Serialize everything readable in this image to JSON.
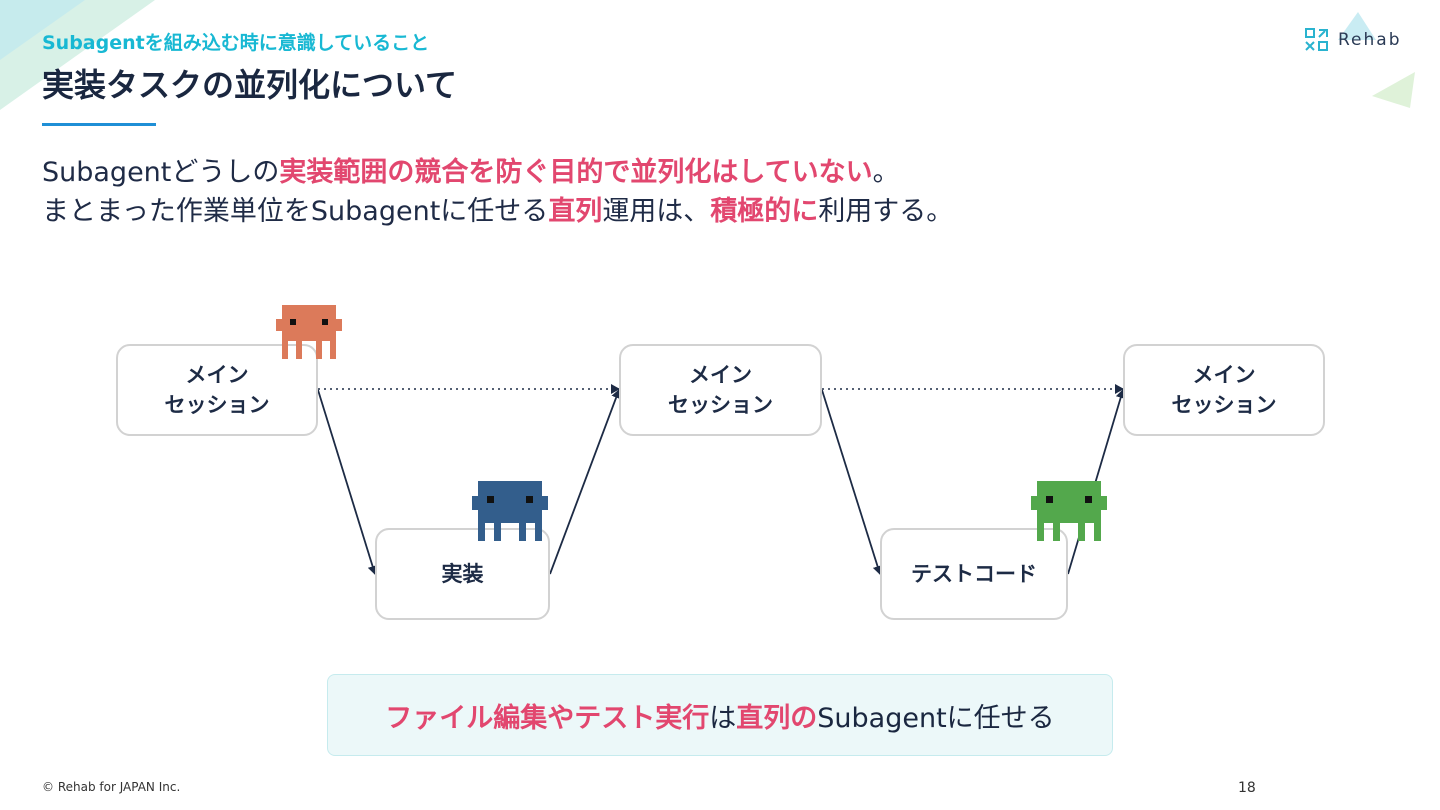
{
  "header": {
    "subtitle": "Subagentを組み込む時に意識していること",
    "title": "実装タスクの並列化について",
    "logo_text": "Rehab"
  },
  "body": {
    "line1": [
      {
        "text": "Subagentどうしの",
        "emphasis": false
      },
      {
        "text": "実装範囲の競合を防ぐ目的で並列化はしていない",
        "emphasis": true
      },
      {
        "text": "。",
        "emphasis": false
      }
    ],
    "line2": [
      {
        "text": "まとまった作業単位をSubagentに任せる",
        "emphasis": false
      },
      {
        "text": "直列",
        "emphasis": true
      },
      {
        "text": "運用は、",
        "emphasis": false
      },
      {
        "text": "積極的に",
        "emphasis": true
      },
      {
        "text": "利用する。",
        "emphasis": false
      }
    ]
  },
  "diagram": {
    "main_session_1": {
      "line1": "メイン",
      "line2": "セッション"
    },
    "main_session_2": {
      "line1": "メイン",
      "line2": "セッション"
    },
    "main_session_3": {
      "line1": "メイン",
      "line2": "セッション"
    },
    "subagent_impl": {
      "label": "実装"
    },
    "subagent_test": {
      "label": "テストコード"
    },
    "characters": [
      {
        "name": "orange-agent",
        "color": "#dc7a5a"
      },
      {
        "name": "blue-agent",
        "color": "#335e8c"
      },
      {
        "name": "green-agent",
        "color": "#53a84c"
      }
    ]
  },
  "callout": [
    {
      "text": "ファイル編集やテスト実行",
      "emphasis": true
    },
    {
      "text": "は",
      "emphasis": false
    },
    {
      "text": "直列の",
      "emphasis": true
    },
    {
      "text": "Subagentに任せる",
      "emphasis": false
    }
  ],
  "footer": {
    "copyright": "© Rehab for JAPAN Inc.",
    "page_number": "18"
  },
  "colors": {
    "accent_cyan": "#18b8d3",
    "highlight_pink": "#e2476f",
    "title_navy": "#1a2740"
  }
}
